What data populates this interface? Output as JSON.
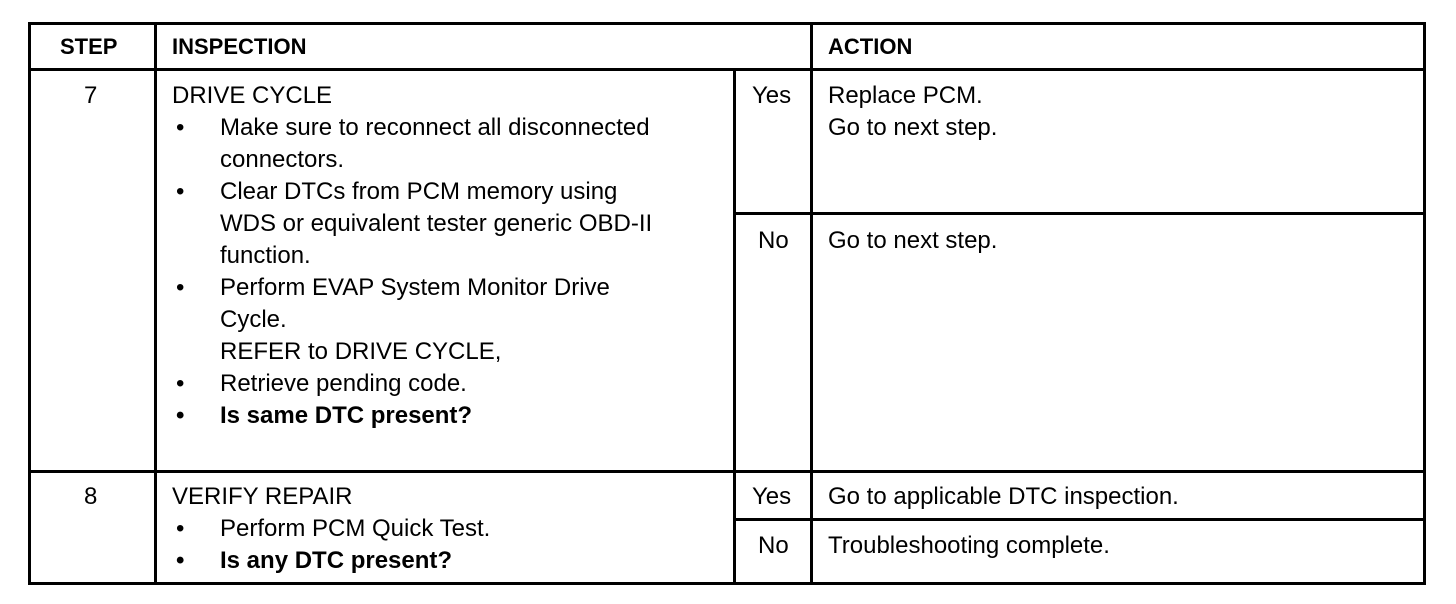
{
  "header": {
    "step": "STEP",
    "inspection": "INSPECTION",
    "action": "ACTION"
  },
  "rows": [
    {
      "step": "7",
      "title": "DRIVE CYCLE",
      "bullets": [
        {
          "lines": [
            "Make sure to reconnect all disconnected",
            "connectors."
          ],
          "bold": false
        },
        {
          "lines": [
            "Clear DTCs from PCM memory using",
            "WDS or equivalent tester generic OBD-II",
            "function."
          ],
          "bold": false
        },
        {
          "lines": [
            "Perform EVAP System Monitor Drive",
            "Cycle.",
            "REFER to DRIVE CYCLE,"
          ],
          "bold": false
        },
        {
          "lines": [
            "Retrieve pending code."
          ],
          "bold": false
        },
        {
          "lines": [
            "Is same DTC present?"
          ],
          "bold": true
        }
      ],
      "yes_label": "Yes",
      "yes_action": [
        "Replace PCM.",
        "Go to next step."
      ],
      "no_label": "No",
      "no_action": [
        "Go to next step."
      ]
    },
    {
      "step": "8",
      "title": "VERIFY REPAIR",
      "bullets": [
        {
          "lines": [
            "Perform PCM Quick Test."
          ],
          "bold": false
        },
        {
          "lines": [
            "Is any DTC present?"
          ],
          "bold": true
        }
      ],
      "yes_label": "Yes",
      "yes_action": [
        "Go to applicable DTC inspection."
      ],
      "no_label": "No",
      "no_action": [
        "Troubleshooting complete."
      ]
    }
  ],
  "bullet_glyph": "•"
}
